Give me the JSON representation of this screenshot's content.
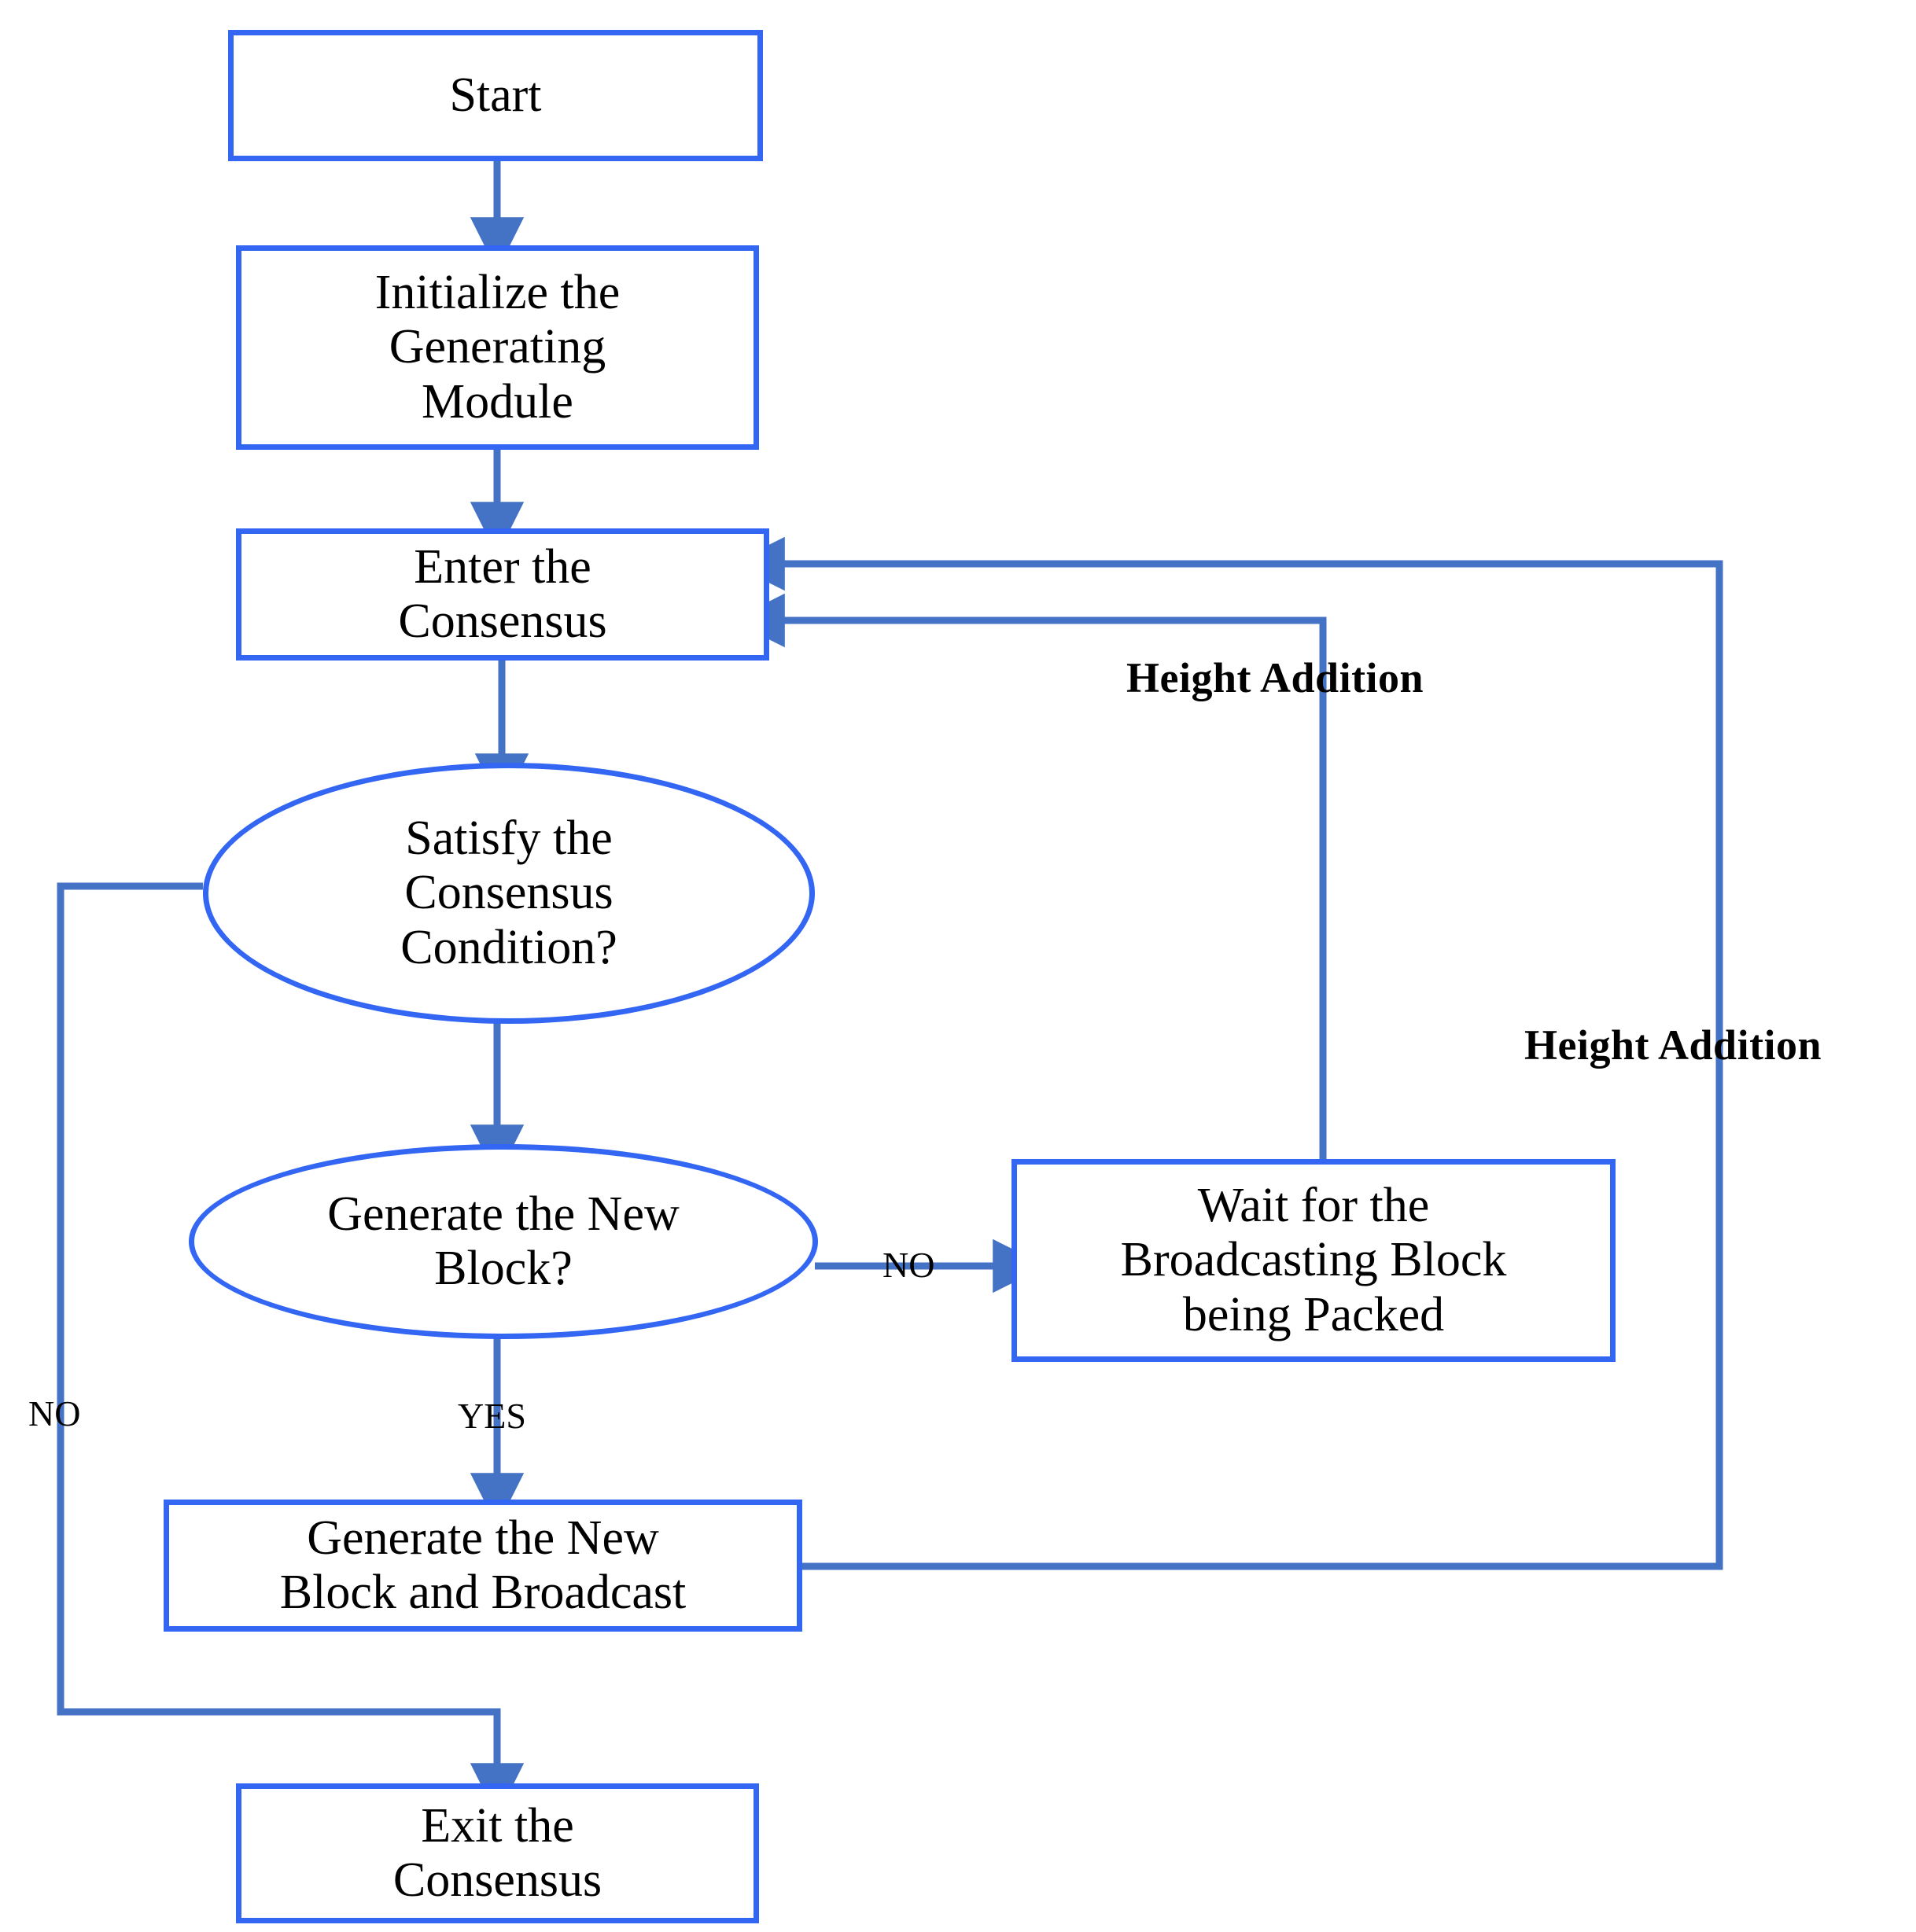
{
  "diagram": {
    "title": "Block Generating Module Consensus Flowchart",
    "colors": {
      "shape_border": "#3366f2",
      "connector": "#4472c4",
      "background": "#ffffff",
      "text": "#000000"
    }
  },
  "nodes": {
    "start": {
      "label": "Start",
      "shape": "process"
    },
    "initialize": {
      "label": "Initialize the\nGenerating\nModule",
      "shape": "process"
    },
    "enter_consensus": {
      "label": "Enter the\nConsensus",
      "shape": "process"
    },
    "satisfy_condition": {
      "label": "Satisfy the\nConsensus\nCondition?",
      "shape": "decision"
    },
    "generate_new_block": {
      "label": "Generate the New\nBlock?",
      "shape": "decision"
    },
    "wait_broadcast": {
      "label": "Wait for the\nBroadcasting Block\nbeing Packed",
      "shape": "process"
    },
    "generate_broadcast": {
      "label": "Generate the New\nBlock and Broadcast",
      "shape": "process"
    },
    "exit_consensus": {
      "label": "Exit the\nConsensus",
      "shape": "process"
    }
  },
  "edge_labels": {
    "height_addition_inner": "Height Addition",
    "height_addition_outer": "Height Addition",
    "no_left": "NO",
    "no_right": "NO",
    "yes": "YES"
  },
  "edges": [
    {
      "from": "start",
      "to": "initialize",
      "label": ""
    },
    {
      "from": "initialize",
      "to": "enter_consensus",
      "label": ""
    },
    {
      "from": "enter_consensus",
      "to": "satisfy_condition",
      "label": ""
    },
    {
      "from": "satisfy_condition",
      "to": "exit_consensus",
      "label": "NO"
    },
    {
      "from": "satisfy_condition",
      "to": "generate_new_block",
      "label": ""
    },
    {
      "from": "generate_new_block",
      "to": "wait_broadcast",
      "label": "NO"
    },
    {
      "from": "generate_new_block",
      "to": "generate_broadcast",
      "label": "YES"
    },
    {
      "from": "wait_broadcast",
      "to": "enter_consensus",
      "label": "Height Addition"
    },
    {
      "from": "generate_broadcast",
      "to": "enter_consensus",
      "label": "Height Addition"
    }
  ]
}
